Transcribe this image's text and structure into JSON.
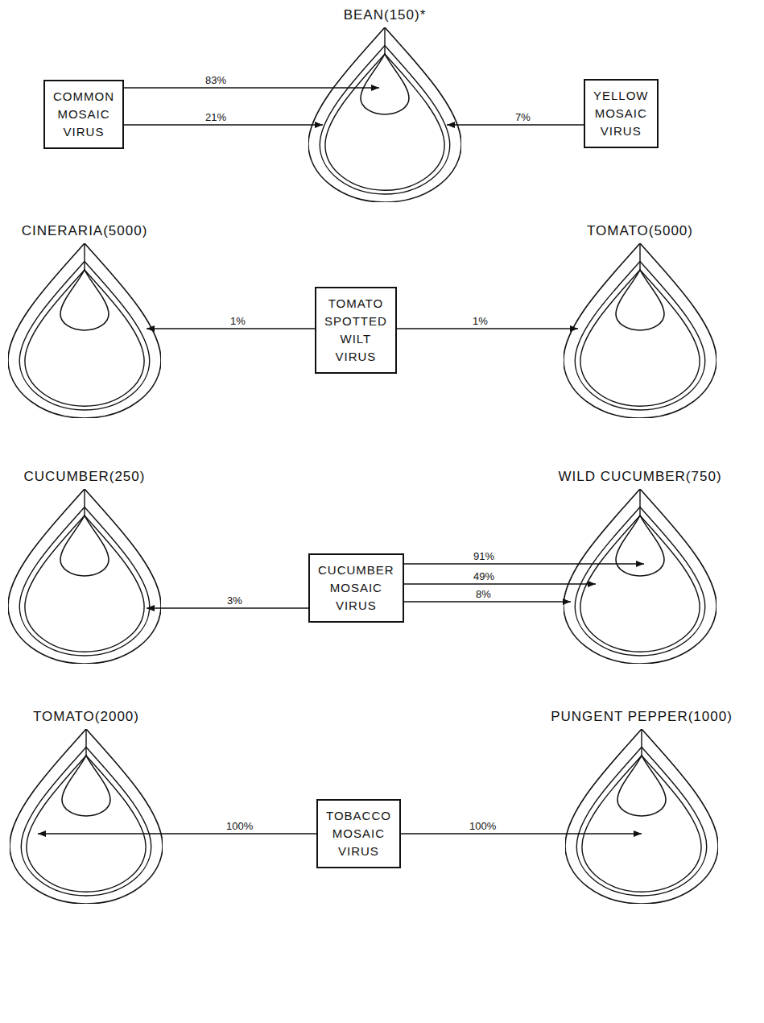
{
  "diagram": {
    "nodes": [
      {
        "text": [
          "BEAN(150)*"
        ]
      },
      {
        "text": [
          "COMMON MOSAIC VIRUS"
        ]
      },
      {
        "text": [
          "YELLOW MOSAIC VIRUS"
        ]
      },
      {
        "text": [
          "CINERARIA(5000)"
        ]
      },
      {
        "text": [
          "TOMATO SPOTTED WILT VIRUS"
        ]
      },
      {
        "text": [
          "TOMATO(5000)"
        ]
      },
      {
        "text": [
          "CUCUMBER(250)"
        ]
      },
      {
        "text": [
          "CUCUMBER MOSAIC VIRUS"
        ]
      },
      {
        "text": [
          "WILD CUCUMBER(750)"
        ]
      },
      {
        "text": [
          "TOMATO(2000)"
        ]
      },
      {
        "text": [
          "TOBACCO MOSAIC VIRUS"
        ]
      },
      {
        "text": [
          "PUNGENT PEPPER(1000)"
        ]
      }
    ],
    "edges": [
      {
        "from": 1,
        "to": 0,
        "arrow": "to",
        "label": "83%"
      },
      {
        "from": 1,
        "to": 0,
        "arrow": "to",
        "label": "21%"
      },
      {
        "from": 2,
        "to": 0,
        "arrow": "to",
        "label": "7%"
      },
      {
        "from": 4,
        "to": 3,
        "arrow": "to",
        "label": "1%"
      },
      {
        "from": 4,
        "to": 5,
        "arrow": "to",
        "label": "1%"
      },
      {
        "from": 7,
        "to": 6,
        "arrow": "to",
        "label": "3%"
      },
      {
        "from": 7,
        "to": 8,
        "arrow": "to",
        "label": "91%"
      },
      {
        "from": 7,
        "to": 8,
        "arrow": "to",
        "label": "49%"
      },
      {
        "from": 7,
        "to": 8,
        "arrow": "to",
        "label": "8%"
      },
      {
        "from": 10,
        "to": 9,
        "arrow": "to",
        "label": "100%"
      },
      {
        "from": 10,
        "to": 11,
        "arrow": "to",
        "label": "100%"
      }
    ]
  }
}
